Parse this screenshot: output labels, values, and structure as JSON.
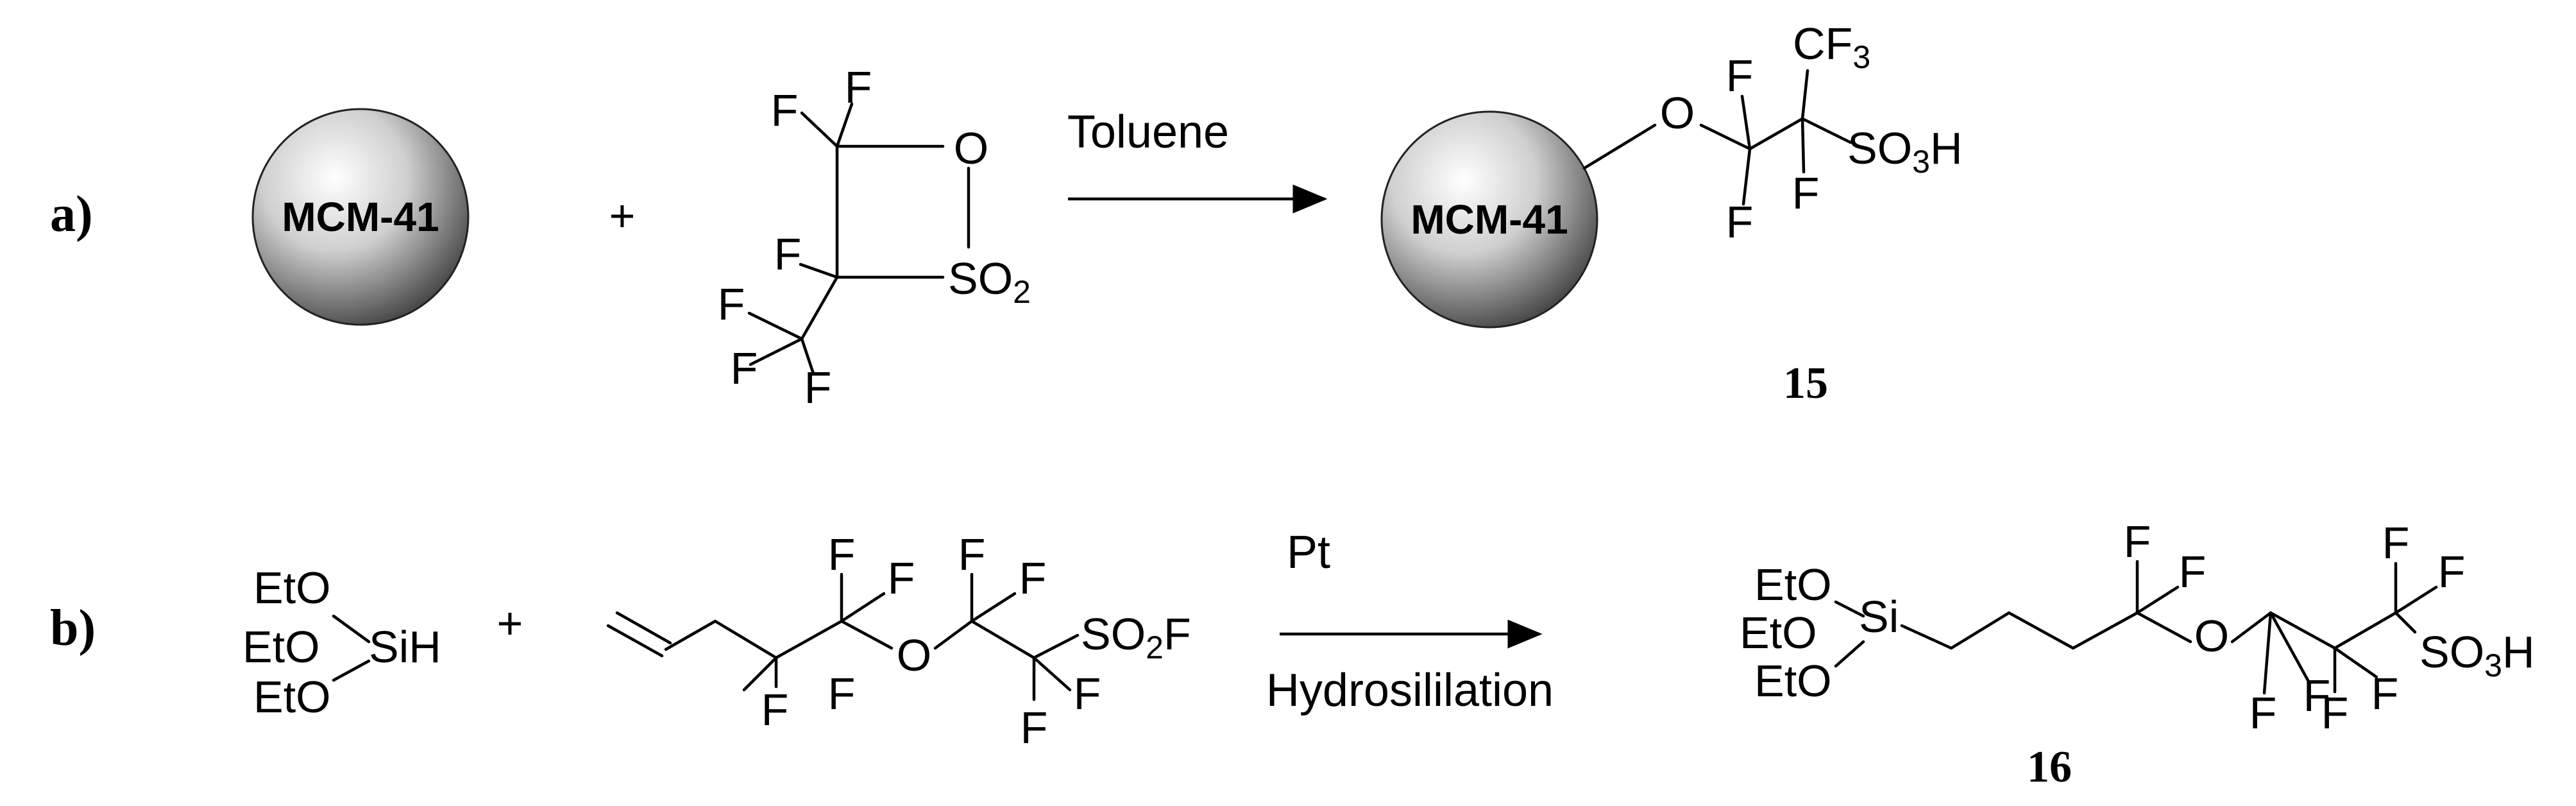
{
  "scheme_a": {
    "label": "a)",
    "support": "MCM-41",
    "plus": "+",
    "reagent": {
      "f1": "F",
      "f2": "F",
      "f3": "F",
      "o": "O",
      "so2": "SO",
      "so2_sub": "2",
      "cf3_f1": "F",
      "cf3_f2": "F",
      "cf3_f3": "F"
    },
    "condition": "Toluene",
    "product": {
      "support": "MCM-41",
      "o": "O",
      "f1": "F",
      "f2": "F",
      "f3": "F",
      "cf3": "CF",
      "cf3_sub": "3",
      "so3h_a": "SO",
      "so3h_sub": "3",
      "so3h_b": "H"
    },
    "compound_number": "15"
  },
  "scheme_b": {
    "label": "b)",
    "silane": {
      "eto1": "EtO",
      "eto2": "EtO",
      "eto3": "EtO",
      "sih": "SiH"
    },
    "plus": "+",
    "olefin": {
      "f1": "F",
      "f2": "F",
      "f3": "F",
      "f4": "F",
      "f5": "F",
      "f6": "F",
      "f7": "F",
      "f8": "F",
      "o": "O",
      "so2f_a": "SO",
      "so2f_sub": "2",
      "so2f_b": "F"
    },
    "condition_top": "Pt",
    "condition_bottom": "Hydrosililation",
    "product": {
      "eto1": "EtO",
      "eto2": "EtO",
      "eto3": "EtO",
      "si": "Si",
      "f1": "F",
      "f2": "F",
      "f3": "F",
      "f4": "F",
      "f5": "F",
      "f6": "F",
      "f7": "F",
      "f8": "F",
      "o": "O",
      "so3h_a": "SO",
      "so3h_sub": "3",
      "so3h_b": "H"
    },
    "compound_number": "16"
  },
  "colors": {
    "ink": "#000000",
    "sphere_light": "#ffffff",
    "sphere_dark": "#3a3a3a"
  }
}
